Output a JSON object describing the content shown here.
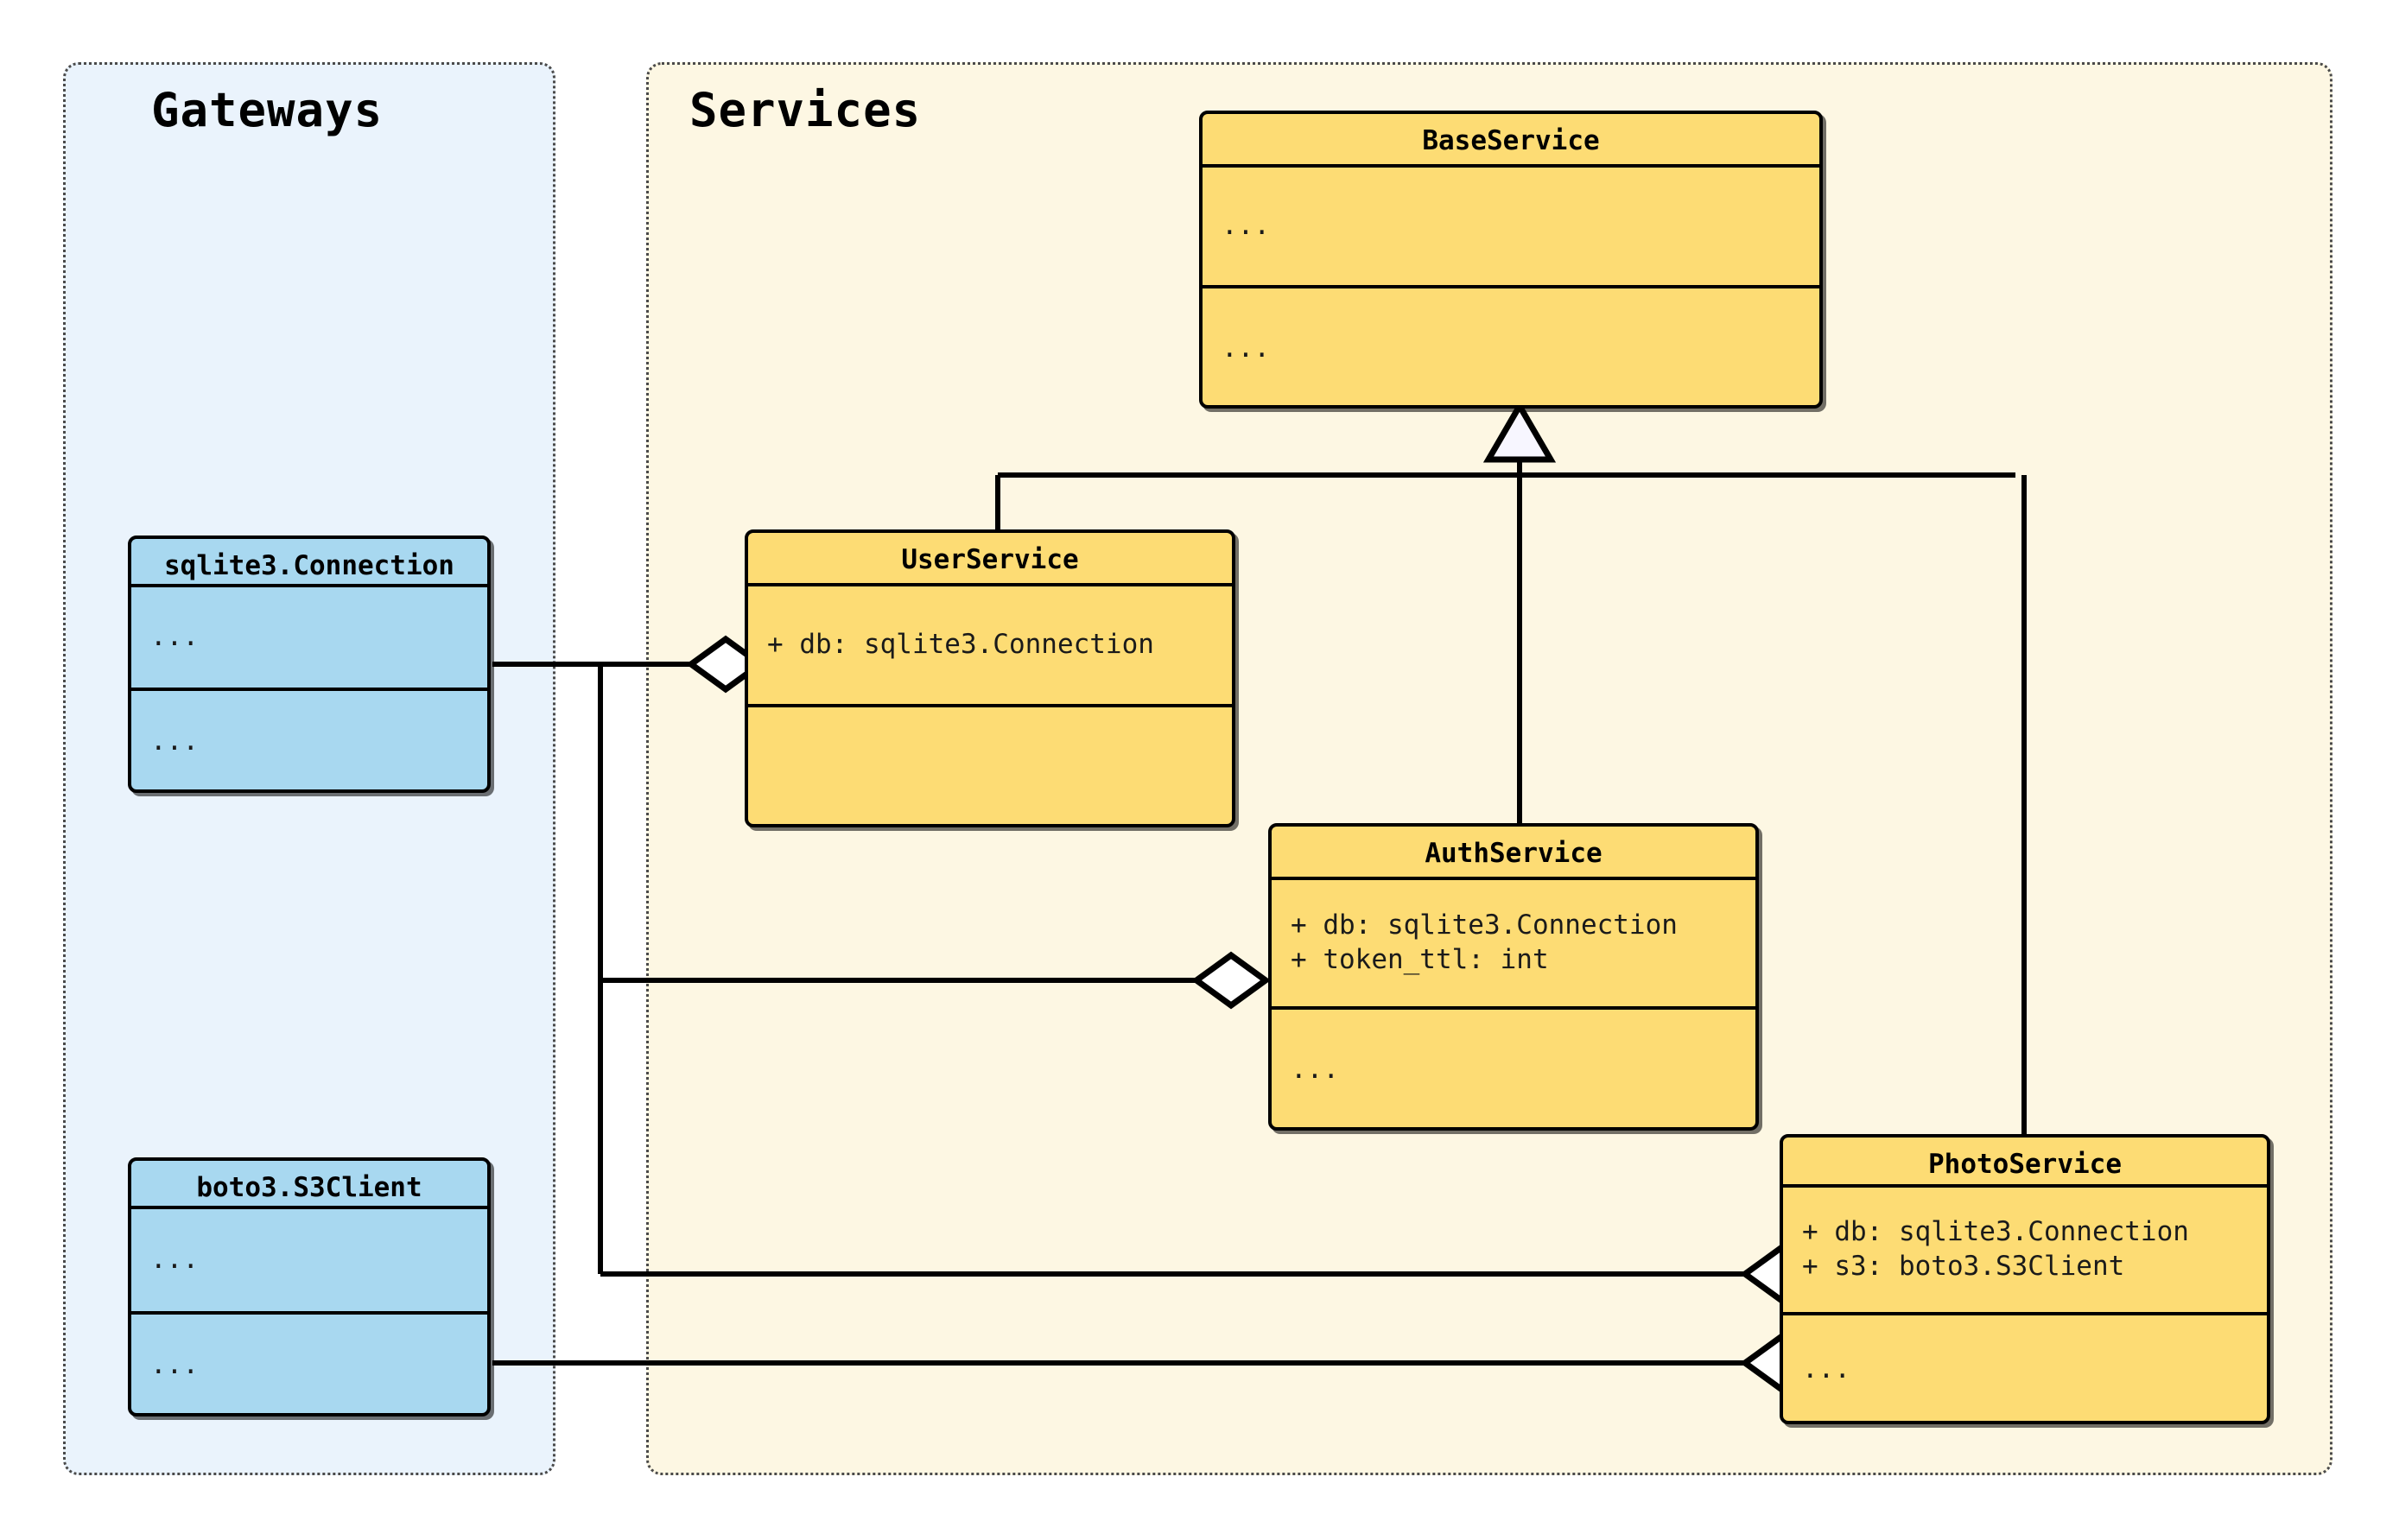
{
  "diagram": {
    "type": "uml-class-diagram",
    "colors": {
      "class_fill_service": "#FDDC74",
      "class_fill_gateway": "#A8D8F0",
      "package_fill_gateways": "#EAF3FC",
      "package_fill_services": "#FDF7E3",
      "border": "#000000",
      "package_border": "#4a4a4a",
      "background": "#FFFFFF"
    }
  },
  "packages": [
    {
      "id": "gateways",
      "title": "Gateways"
    },
    {
      "id": "services",
      "title": "Services"
    }
  ],
  "classes": [
    {
      "id": "sqlite3-connection",
      "package": "gateways",
      "name": "sqlite3.Connection",
      "attributes": [
        "..."
      ],
      "methods": [
        "..."
      ]
    },
    {
      "id": "boto3-s3client",
      "package": "gateways",
      "name": "boto3.S3Client",
      "attributes": [
        "..."
      ],
      "methods": [
        "..."
      ]
    },
    {
      "id": "baseservice",
      "package": "services",
      "name": "BaseService",
      "attributes": [
        "..."
      ],
      "methods": [
        "..."
      ]
    },
    {
      "id": "userservice",
      "package": "services",
      "name": "UserService",
      "attributes": [
        "+ db: sqlite3.Connection"
      ],
      "methods": [
        ""
      ]
    },
    {
      "id": "authservice",
      "package": "services",
      "name": "AuthService",
      "attributes": [
        "+ db: sqlite3.Connection",
        "+ token_ttl: int"
      ],
      "methods": [
        "..."
      ]
    },
    {
      "id": "photoservice",
      "package": "services",
      "name": "PhotoService",
      "attributes": [
        "+ db: sqlite3.Connection",
        "+ s3: boto3.S3Client"
      ],
      "methods": [
        "..."
      ]
    }
  ],
  "relationships": [
    {
      "kind": "generalization",
      "from": "userservice",
      "to": "baseservice"
    },
    {
      "kind": "generalization",
      "from": "authservice",
      "to": "baseservice"
    },
    {
      "kind": "generalization",
      "from": "photoservice",
      "to": "baseservice"
    },
    {
      "kind": "aggregation",
      "from": "userservice",
      "to": "sqlite3-connection"
    },
    {
      "kind": "aggregation",
      "from": "authservice",
      "to": "sqlite3-connection"
    },
    {
      "kind": "aggregation",
      "from": "photoservice",
      "to": "sqlite3-connection"
    },
    {
      "kind": "aggregation",
      "from": "photoservice",
      "to": "boto3-s3client"
    }
  ]
}
